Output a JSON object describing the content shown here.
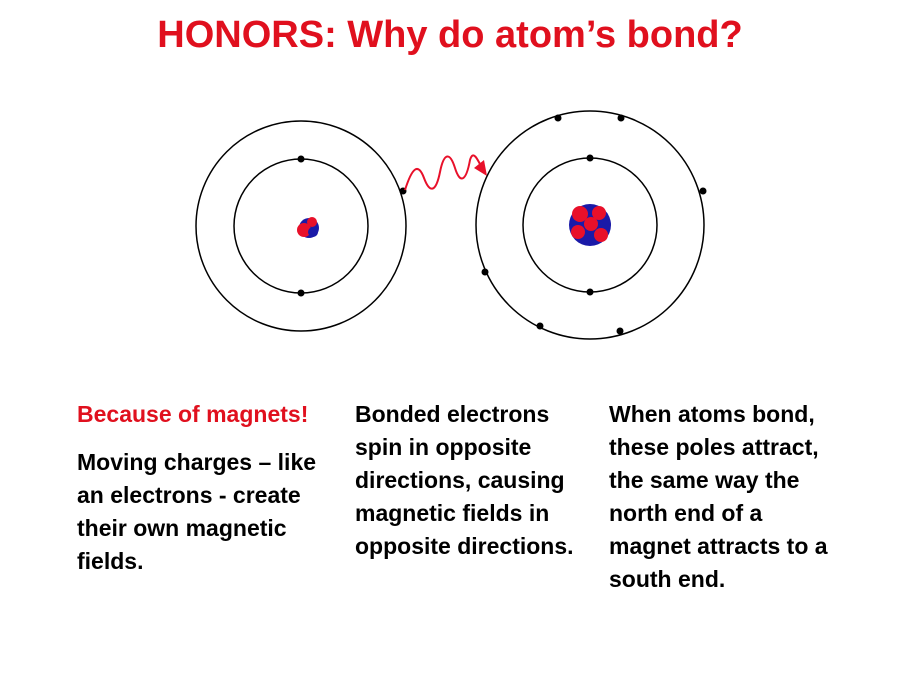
{
  "slide": {
    "title": "HONORS: Why do atom’s bond?"
  },
  "colors": {
    "title": "#e0101e",
    "accent": "#e0101e",
    "proton": "#e8102a",
    "neutron": "#1a1aa8",
    "orbit": "#000000"
  },
  "columns": {
    "col1": {
      "heading": "Because of magnets!",
      "body": "Moving charges – like an electrons - create their own magnetic fields."
    },
    "col2": {
      "body": "Bonded electrons spin in opposite directions, causing magnetic fields in opposite directions."
    },
    "col3": {
      "body": "When atoms bond, these poles attract, the same way the north end of a magnet attracts to a south end."
    }
  }
}
